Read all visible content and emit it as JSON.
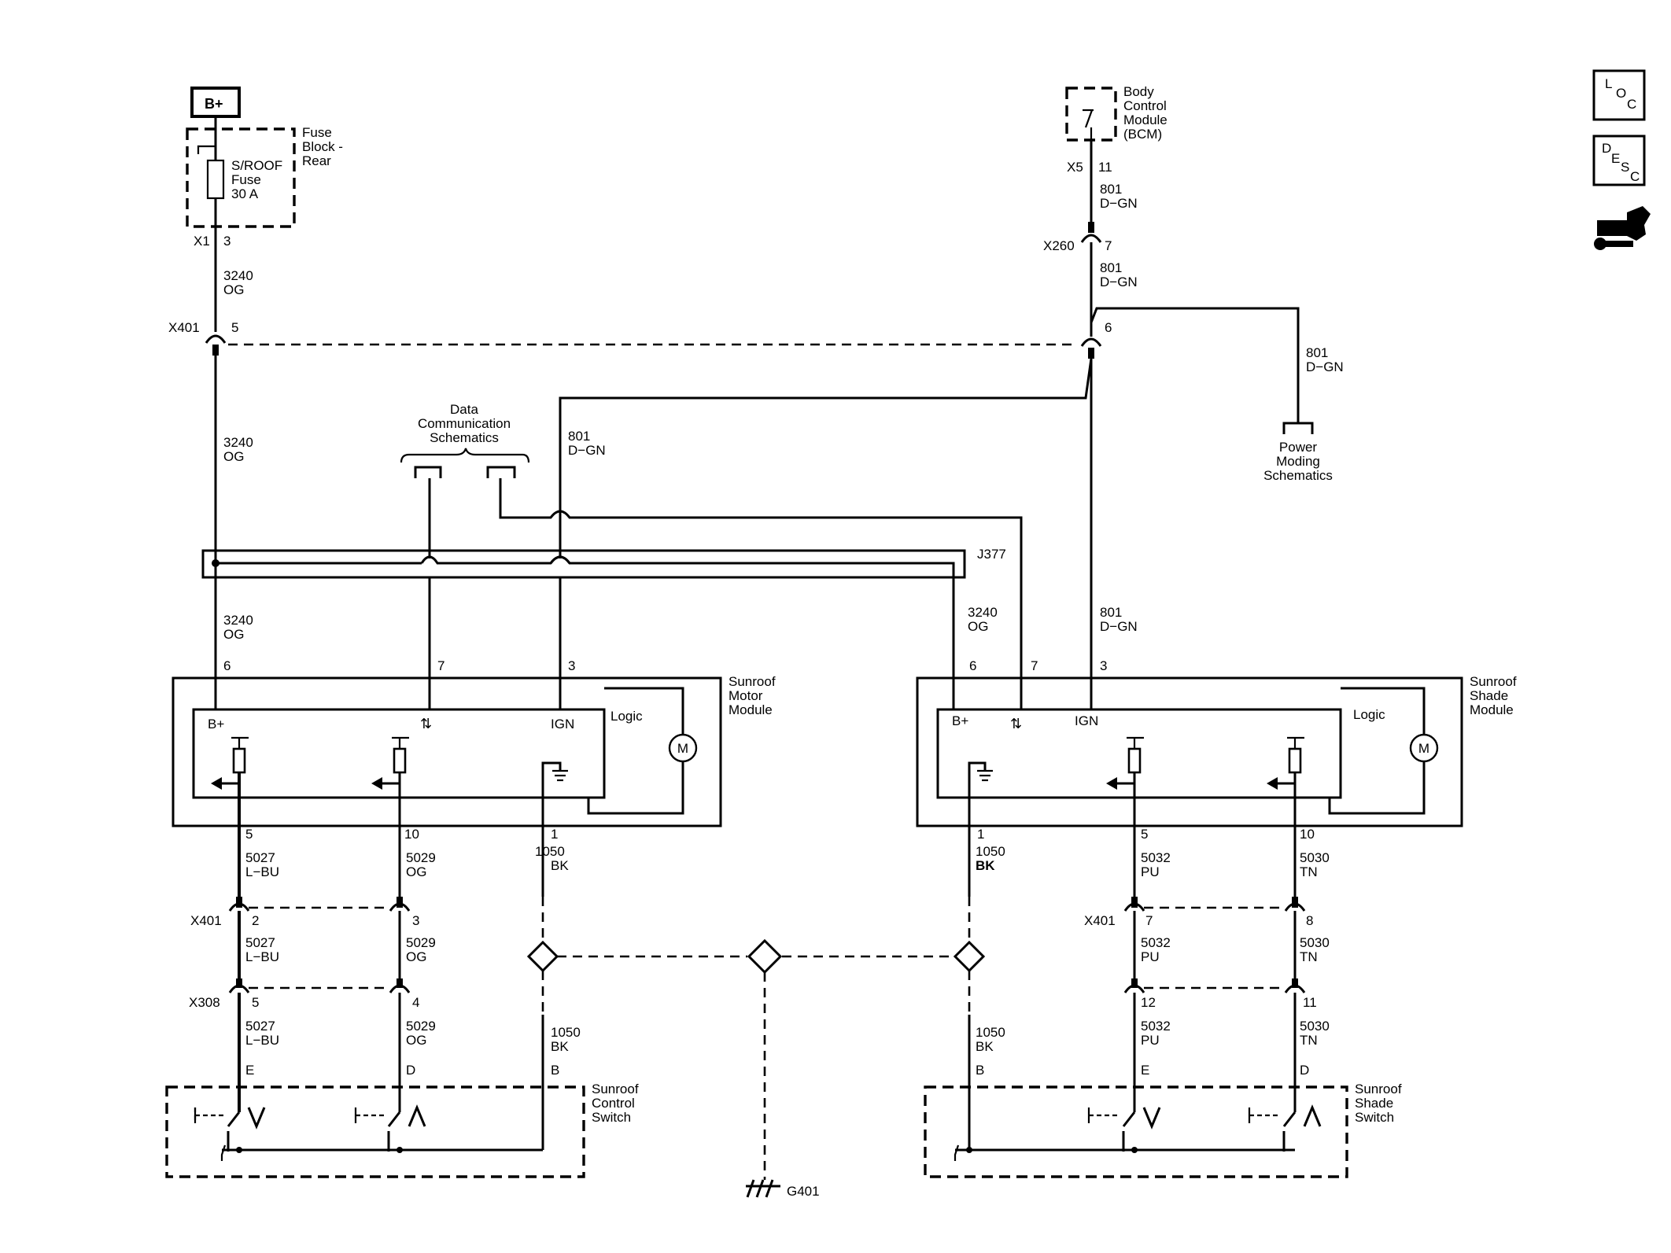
{
  "nav_icons": [
    {
      "name": "loc-icon",
      "letters": [
        "L",
        "O",
        "C"
      ]
    },
    {
      "name": "desc-icon",
      "letters": [
        "D",
        "E",
        "S",
        "C"
      ]
    },
    {
      "name": "connector-tool-icon"
    }
  ],
  "power": {
    "label": "B+"
  },
  "fuse_block": {
    "label": [
      "Fuse",
      "Block -",
      "Rear"
    ],
    "fuse": [
      "S/ROOF",
      "Fuse",
      "30 A"
    ],
    "conn": "X1",
    "pin": "3"
  },
  "bcm": {
    "label": [
      "Body",
      "Control",
      "Module",
      "(BCM)"
    ],
    "conn": "X5",
    "pin": "11"
  },
  "wires": {
    "w3240": [
      "3240",
      "OG"
    ],
    "w801": [
      "801",
      "D−GN"
    ],
    "w5027": [
      "5027",
      "L−BU"
    ],
    "w5029": [
      "5029",
      "OG"
    ],
    "w1050": [
      "1050",
      "BK"
    ],
    "w5032": [
      "5032",
      "PU"
    ],
    "w5030": [
      "5030",
      "TN"
    ]
  },
  "connectors": {
    "x401": "X401",
    "x260": "X260",
    "x308": "X308",
    "j377": "J377",
    "g401": "G401"
  },
  "pins": {
    "x401_left": "5",
    "x260": "7",
    "x401_right": "6",
    "x401_b2": "2",
    "x401_b3": "3",
    "x401_b7": "7",
    "x401_b8": "8",
    "x308_5": "5",
    "x308_4": "4",
    "x308_12": "12",
    "x308_11": "11",
    "m6": "6",
    "m7": "7",
    "m3": "3",
    "m5": "5",
    "m10": "10",
    "m1": "1",
    "s6": "6",
    "s7": "7",
    "s3": "3",
    "s1": "1",
    "s5": "5",
    "s10": "10",
    "cE": "E",
    "cD": "D",
    "cB": "B",
    "sB": "B",
    "sE": "E",
    "sD": "D"
  },
  "data_comm": [
    "Data",
    "Communication",
    "Schematics"
  ],
  "power_moding": [
    "Power",
    "Moding",
    "Schematics"
  ],
  "motor_module": {
    "label": [
      "Sunroof",
      "Motor",
      "Module"
    ],
    "bplus": "B+",
    "ign": "IGN",
    "logic": "Logic",
    "motor": "M"
  },
  "shade_module": {
    "label": [
      "Sunroof",
      "Shade",
      "Module"
    ],
    "bplus": "B+",
    "ign": "IGN",
    "logic": "Logic",
    "motor": "M"
  },
  "control_switch": {
    "label": [
      "Sunroof",
      "Control",
      "Switch"
    ]
  },
  "shade_switch": {
    "label": [
      "Sunroof",
      "Shade",
      "Switch"
    ]
  }
}
